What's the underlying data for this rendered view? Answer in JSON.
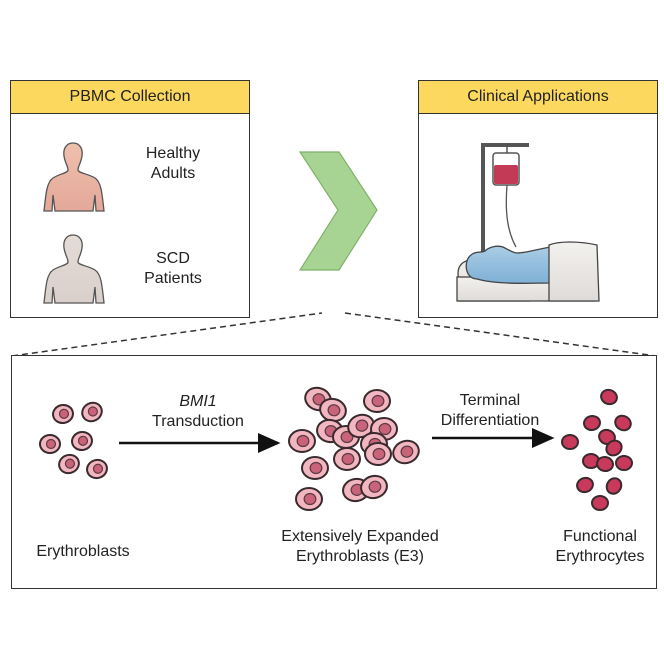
{
  "panels": {
    "collection": {
      "title": "PBMC Collection",
      "items": [
        {
          "label_line1": "Healthy",
          "label_line2": "Adults",
          "icon": "person-icon",
          "color": "#e8b5a4"
        },
        {
          "label_line1": "SCD",
          "label_line2": "Patients",
          "icon": "person-icon",
          "color": "#ddd3cf"
        }
      ]
    },
    "clinical": {
      "title": "Clinical Applications",
      "icon": "patient-transfusion-icon"
    }
  },
  "process": {
    "steps": [
      {
        "label_line1": "Erythroblasts",
        "label_line2": ""
      },
      {
        "label_line1": "Extensively Expanded",
        "label_line2": "Erythroblasts (E3)"
      },
      {
        "label_line1": "Functional",
        "label_line2": "Erythrocytes"
      }
    ],
    "arrows": [
      {
        "label_line1": "BMI1",
        "label_line2": "Transduction"
      },
      {
        "label_line1": "Terminal",
        "label_line2": "Differentiation"
      }
    ]
  },
  "colors": {
    "header": "#fcd95e",
    "chevron": "#9fd08a",
    "erythroblast": "#f2b6c0",
    "erythrocyte": "#c8395b",
    "blood_bag": "#c23a55",
    "patient": "#9cc4df"
  }
}
